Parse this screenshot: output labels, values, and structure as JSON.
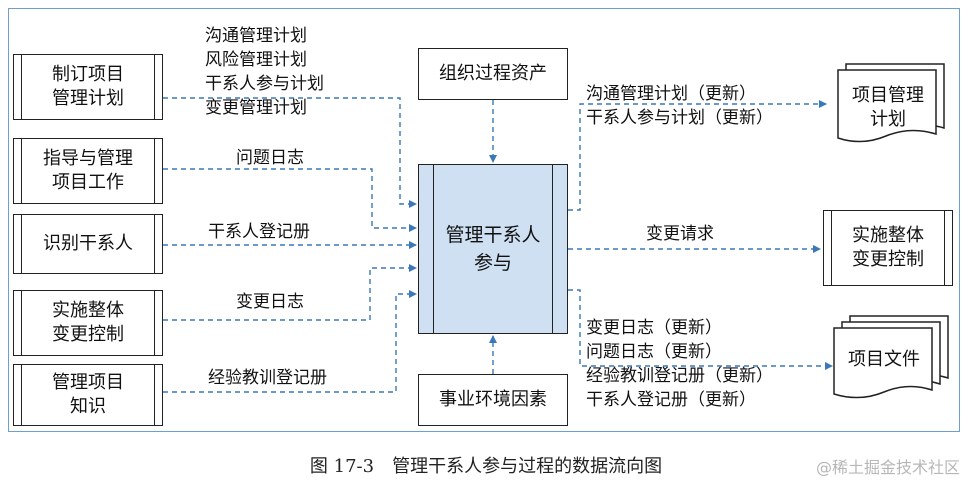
{
  "inputs": [
    {
      "name": "制订项目\n管理计划",
      "flow": [
        "沟通管理计划",
        "风险管理计划",
        "干系人参与计划",
        "变更管理计划"
      ]
    },
    {
      "name": "指导与管理\n项目工作",
      "flow": [
        "问题日志"
      ]
    },
    {
      "name": "识别干系人",
      "flow": [
        "干系人登记册"
      ]
    },
    {
      "name": "实施整体\n变更控制",
      "flow": [
        "变更日志"
      ]
    },
    {
      "name": "管理项目\n知识",
      "flow": [
        "经验教训登记册"
      ]
    }
  ],
  "top_input": "组织过程资产",
  "bottom_input": "事业环境因素",
  "process": "管理干系人\n参与",
  "outputs": [
    {
      "name": "项目管理\n计划",
      "flow": [
        "沟通管理计划（更新）",
        "干系人参与计划（更新）"
      ]
    },
    {
      "name": "实施整体\n变更控制",
      "flow": [
        "变更请求"
      ]
    },
    {
      "name": "项目文件",
      "flow": [
        "变更日志（更新）",
        "问题日志（更新）",
        "经验教训登记册（更新）",
        "干系人登记册（更新）"
      ]
    }
  ],
  "caption": "图 17-3　管理干系人参与过程的数据流向图",
  "watermark": "@稀土掘金技术社区",
  "colors": {
    "arrow": "#3a78b8",
    "process_fill": "#cfe0f2",
    "frame": "#6f9fcf"
  }
}
